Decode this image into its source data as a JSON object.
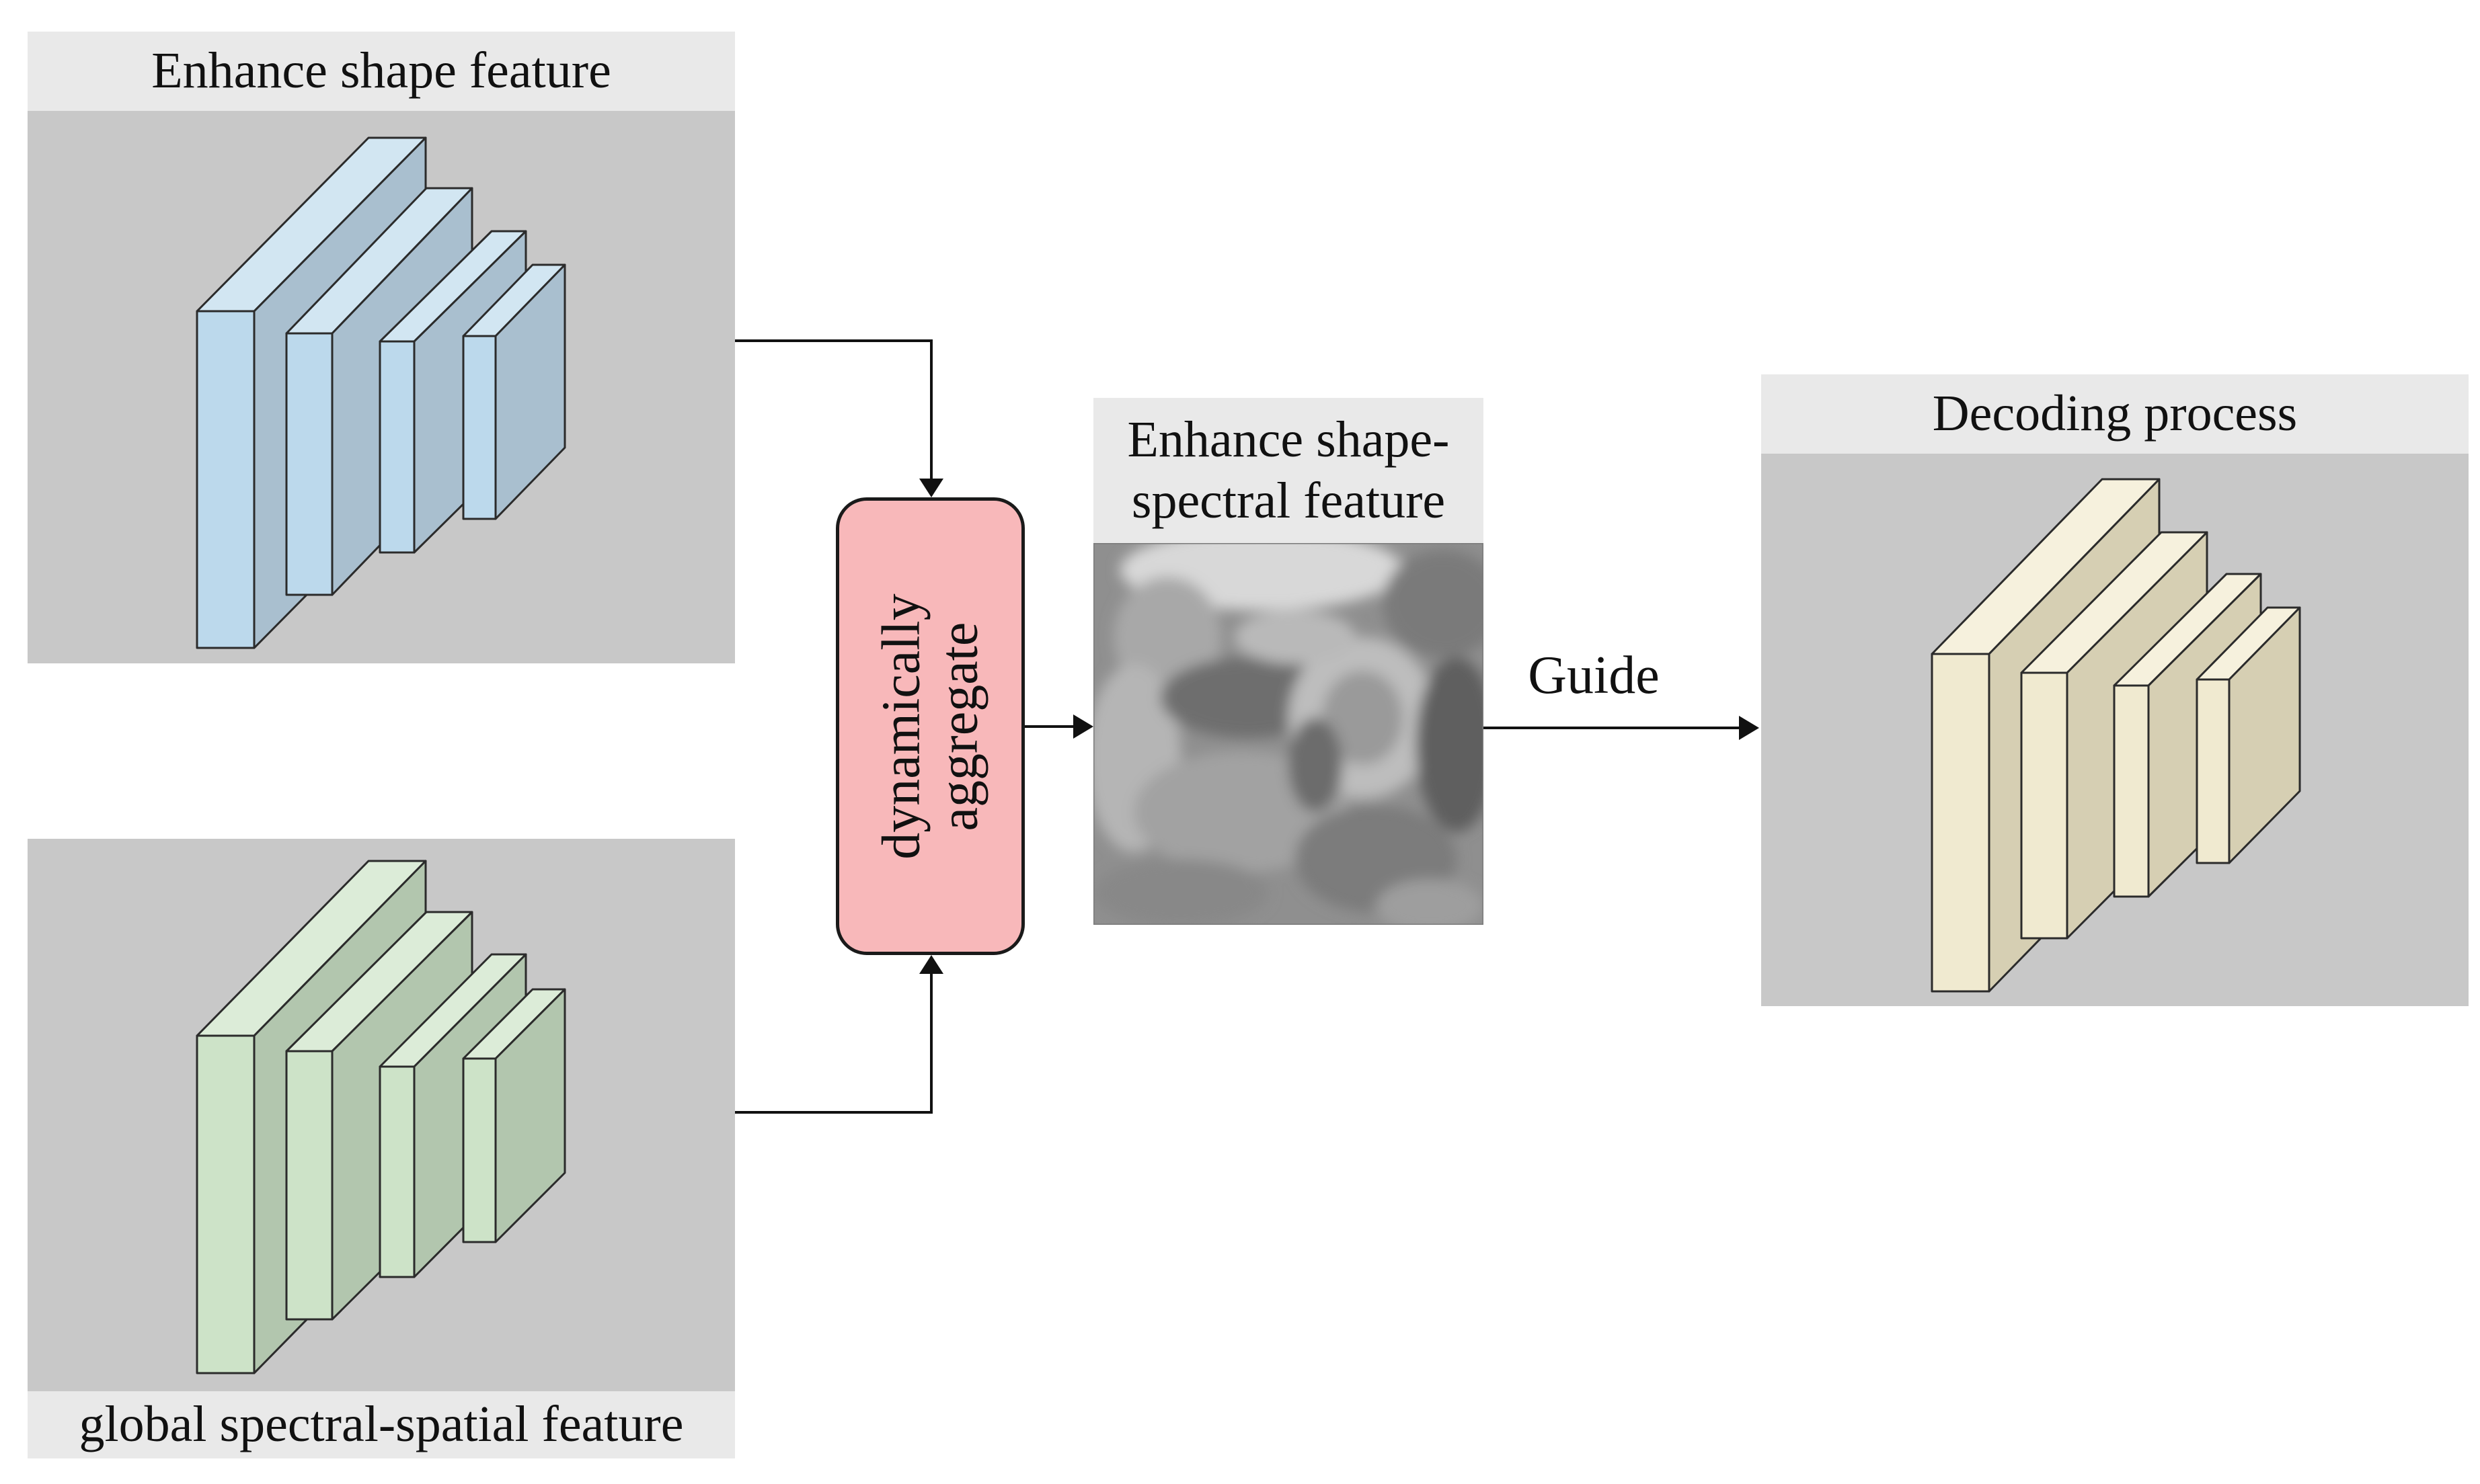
{
  "shape_panel": {
    "title": "Enhance shape feature"
  },
  "spectral_panel": {
    "title": "global spectral-spatial feature"
  },
  "aggregate_block": {
    "line1": "dynamically",
    "line2": "aggregate"
  },
  "fused_feature": {
    "title_line1": "Enhance shape-",
    "title_line2": "spectral feature"
  },
  "guide_label": "Guide",
  "decoder_panel": {
    "title": "Decoding process"
  },
  "colors": {
    "panel_bg": "#c8c8c8",
    "title_bar": "#e9e9e9",
    "blue_front": "#bcd9ec",
    "blue_side": "#a9bfcf",
    "green_front": "#cde3c8",
    "green_side": "#b2c6ae",
    "yellow_front": "#f0ead0",
    "yellow_side": "#d6cfb3",
    "aggregate_fill": "#f8b8ba"
  }
}
